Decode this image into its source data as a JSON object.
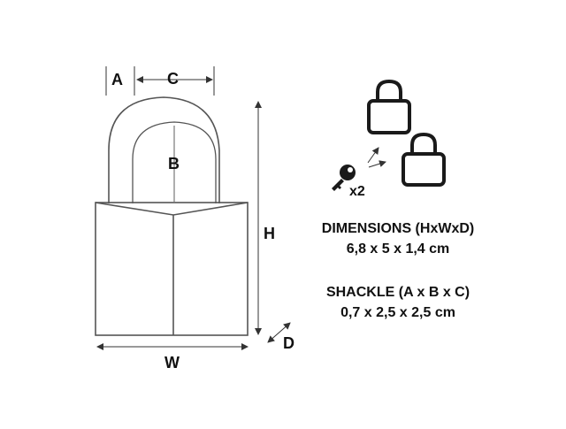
{
  "labels": {
    "a": "A",
    "b": "B",
    "c": "C",
    "h": "H",
    "w": "W",
    "d": "D",
    "keys_count": "x2"
  },
  "dimensions": {
    "title": "DIMENSIONS (HxWxD)",
    "value": "6,8 x 5 x 1,4 cm"
  },
  "shackle": {
    "title": "SHACKLE (A x B x C)",
    "value": "0,7 x 2,5 x 2,5 cm"
  },
  "colors": {
    "line": "#333333",
    "body_line": "#555555",
    "text": "#111111",
    "icon_fill": "#1a1a1a"
  },
  "icons": [
    "padlock-icon",
    "key-icon",
    "arrow-icon"
  ]
}
